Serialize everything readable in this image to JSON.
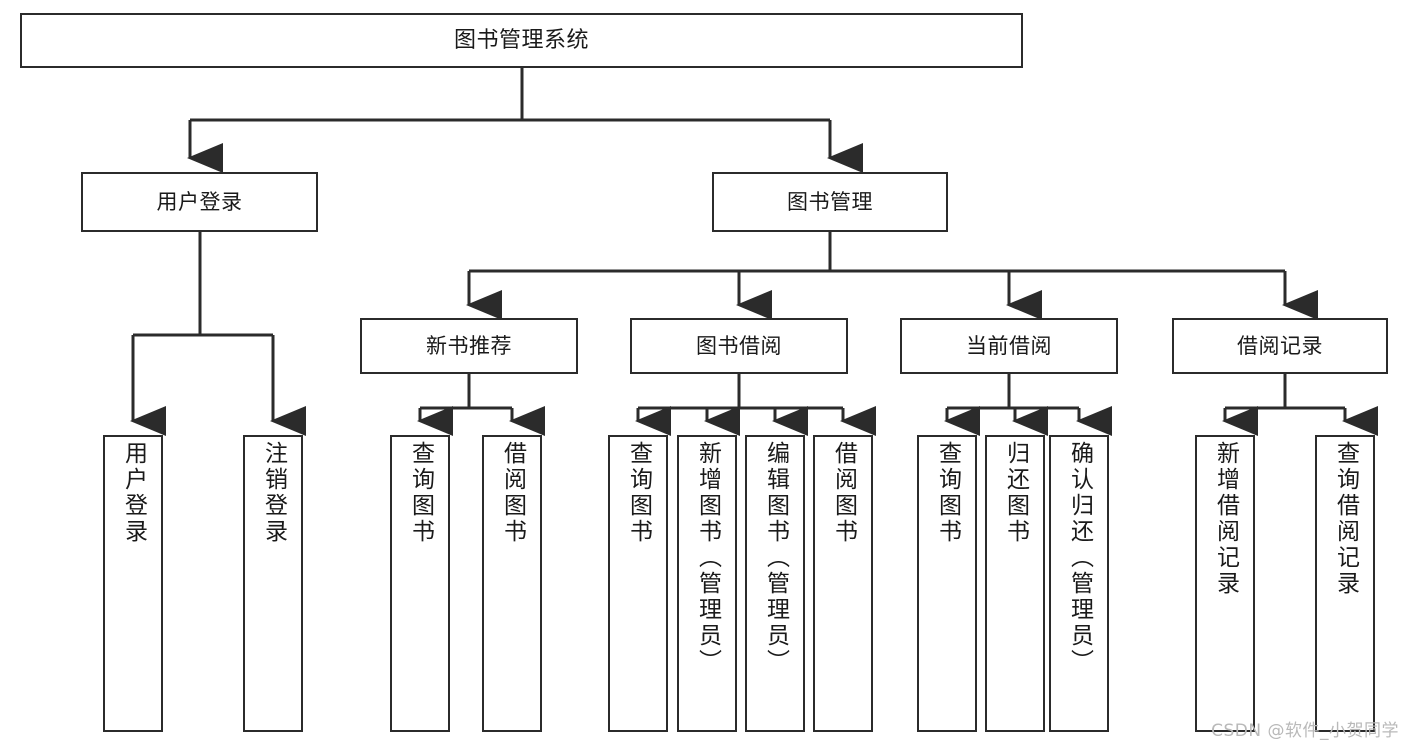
{
  "diagram": {
    "title": "图书管理系统",
    "watermark": "CSDN @软件_小贺同学",
    "line_color": "#2b2b2b",
    "background_color": "#ffffff",
    "text_color": "#1a1a1a",
    "watermark_color": "#b9b9b9"
  },
  "nodes": {
    "root": {
      "label": "图书管理系统"
    },
    "level2": [
      {
        "label": "用户登录"
      },
      {
        "label": "图书管理"
      }
    ],
    "level3": [
      {
        "label": "新书推荐"
      },
      {
        "label": "图书借阅"
      },
      {
        "label": "当前借阅"
      },
      {
        "label": "借阅记录"
      }
    ],
    "leaves": {
      "user_login": [
        {
          "label": "用户登录"
        },
        {
          "label": "注销登录"
        }
      ],
      "new_book_recommend": [
        {
          "label": "查询图书"
        },
        {
          "label": "借阅图书"
        }
      ],
      "book_borrow": [
        {
          "label": "查询图书"
        },
        {
          "label": "新增图书（管理员）"
        },
        {
          "label": "编辑图书（管理员）"
        },
        {
          "label": "借阅图书"
        }
      ],
      "current_borrow": [
        {
          "label": "查询图书"
        },
        {
          "label": "归还图书"
        },
        {
          "label": "确认归还（管理员）"
        }
      ],
      "borrow_record": [
        {
          "label": "新增借阅记录"
        },
        {
          "label": "查询借阅记录"
        }
      ]
    }
  }
}
